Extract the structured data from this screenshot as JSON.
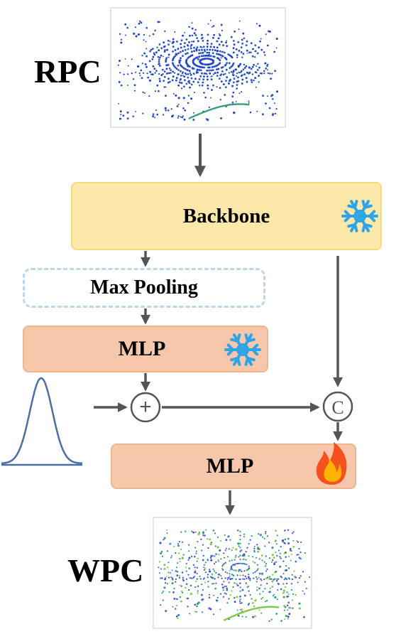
{
  "labels": {
    "input": "RPC",
    "output": "WPC"
  },
  "blocks": {
    "backbone": "Backbone",
    "max_pooling": "Max Pooling",
    "mlp_frozen": "MLP",
    "mlp_trainable": "MLP"
  },
  "operators": {
    "add": "+",
    "concat": "C"
  },
  "icons": {
    "frozen": "snowflake-icon",
    "trainable": "flame-icon",
    "noise": "gaussian-curve-icon"
  },
  "colors": {
    "backbone_fill": "#fce8a8",
    "mlp_fill": "#f6c7aa",
    "dashed_border": "#bcd6ec",
    "arrow": "#555555",
    "snowflake": "#2ea3e6",
    "gaussian": "#4a6fa5",
    "flame_outer": "#f4511e",
    "flame_inner": "#ffb300"
  }
}
